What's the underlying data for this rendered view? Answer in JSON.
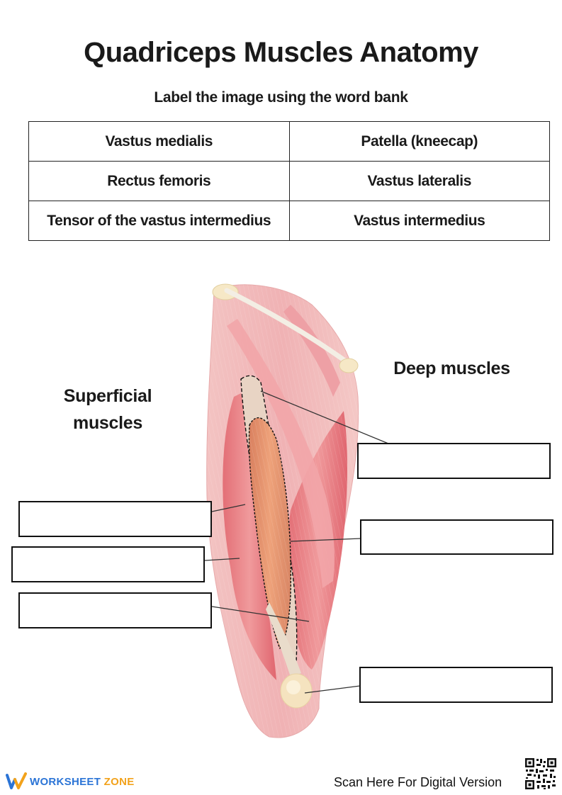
{
  "title": "Quadriceps Muscles Anatomy",
  "subtitle": "Label the image using the word bank",
  "word_bank": [
    [
      "Vastus medialis",
      "Patella (kneecap)"
    ],
    [
      "Rectus femoris",
      "Vastus lateralis"
    ],
    [
      "Tensor of the vastus intermedius",
      "Vastus intermedius"
    ]
  ],
  "labels": {
    "superficial_line1": "Superficial",
    "superficial_line2": "muscles",
    "deep": "Deep muscles"
  },
  "footer": {
    "brand_part1": "WORKSHEET",
    "brand_part2": "ZONE",
    "scan": "Scan Here For Digital Version"
  },
  "colors": {
    "muscle": "#e8969a",
    "muscle_dark": "#d9545e",
    "tendon": "#f5e7c8",
    "brand_blue": "#2b74d6",
    "brand_orange": "#f2a21b"
  },
  "icons": {
    "logo": "worksheetzone-logo-icon",
    "qr": "qr-code-icon"
  }
}
